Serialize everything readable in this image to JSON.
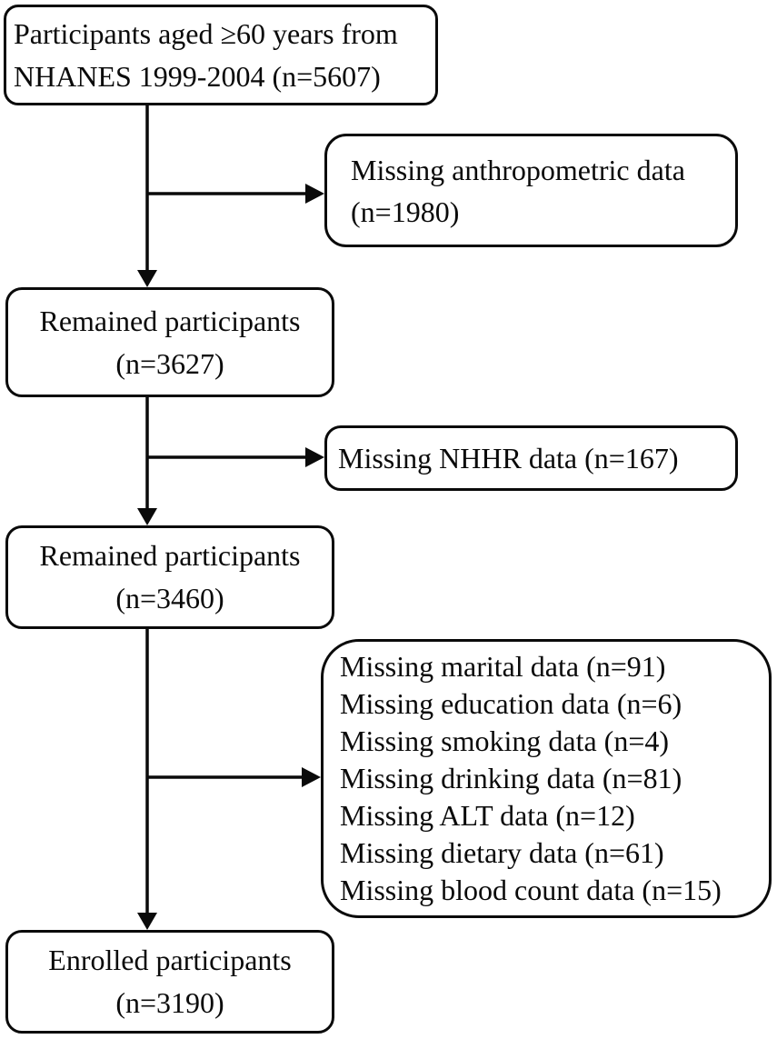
{
  "colors": {
    "ink": "#0a0a0a",
    "background": "#ffffff"
  },
  "flow": {
    "main_nodes": [
      {
        "id": "source-population",
        "lines": [
          "Participants aged ≥60 years from",
          "NHANES 1999-2004 (n=5607)"
        ]
      },
      {
        "id": "remained-1",
        "lines": [
          "Remained participants",
          "(n=3627)"
        ]
      },
      {
        "id": "remained-2",
        "lines": [
          "Remained participants",
          "(n=3460)"
        ]
      },
      {
        "id": "enrolled",
        "lines": [
          "Enrolled participants",
          "(n=3190)"
        ]
      }
    ],
    "exclusion_nodes": [
      {
        "id": "exclusion-anthropometric",
        "lines": [
          "Missing anthropometric data",
          "(n=1980)"
        ]
      },
      {
        "id": "exclusion-nhhr",
        "lines": [
          "Missing NHHR data (n=167)"
        ]
      },
      {
        "id": "exclusion-covariates",
        "lines": [
          "Missing marital data (n=91)",
          "Missing education data (n=6)",
          "Missing smoking data (n=4)",
          "Missing drinking data (n=81)",
          "Missing ALT data (n=12)",
          "Missing dietary data (n=61)",
          "Missing blood count data (n=15)"
        ]
      }
    ]
  }
}
